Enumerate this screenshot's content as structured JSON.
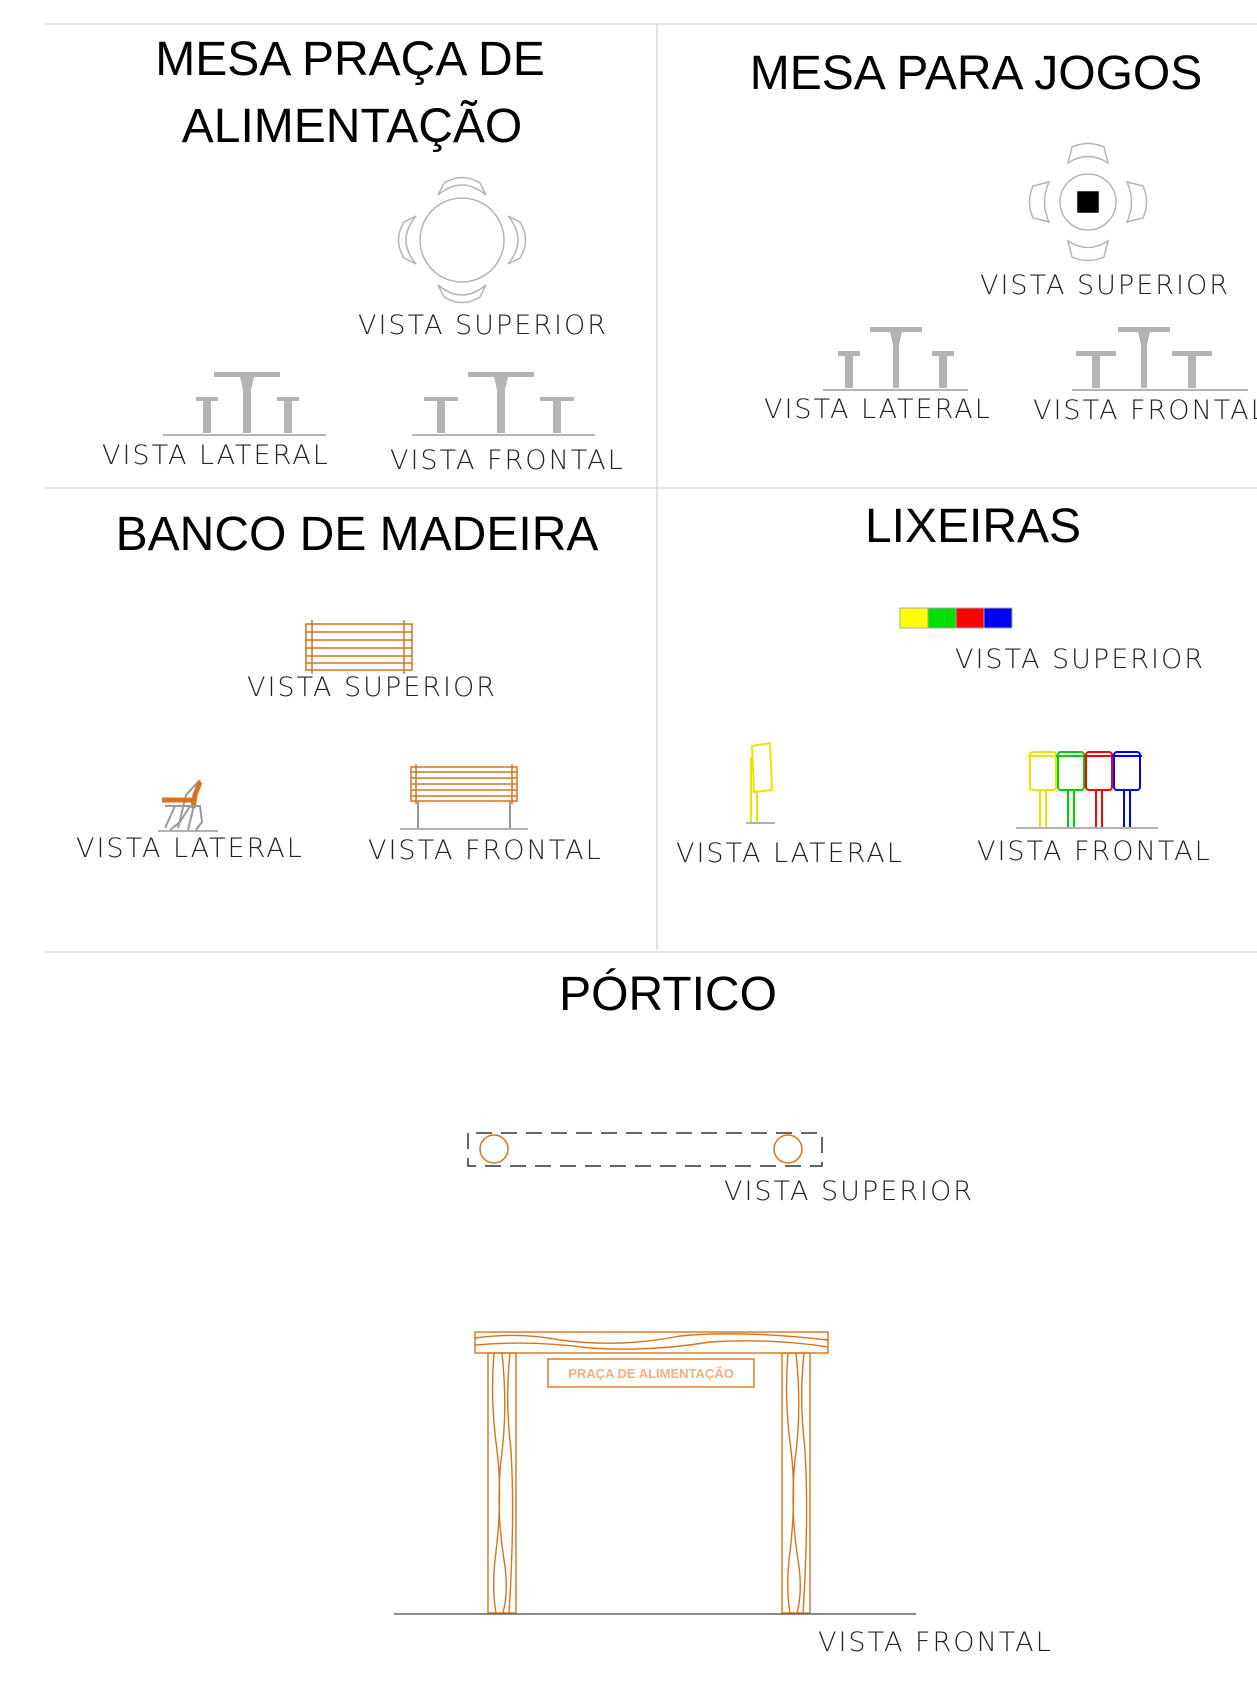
{
  "sections": {
    "mesa_praca": {
      "title_line1": "MESA PRAÇA DE",
      "title_line2": "ALIMENTAÇÃO",
      "view_top": "VISTA  SUPERIOR",
      "view_side": "VISTA  LATERAL",
      "view_front": "VISTA  FRONTAL"
    },
    "mesa_jogos": {
      "title": "MESA PARA JOGOS",
      "view_top": "VISTA  SUPERIOR",
      "view_side": "VISTA  LATERAL",
      "view_front": "VISTA  FRONTAL"
    },
    "banco": {
      "title": "BANCO DE MADEIRA",
      "view_top": "VISTA  SUPERIOR",
      "view_side": "VISTA  LATERAL",
      "view_front": "VISTA  FRONTAL"
    },
    "lixeiras": {
      "title": "LIXEIRAS",
      "view_top": "VISTA  SUPERIOR",
      "view_side": "VISTA  LATERAL",
      "view_front": "VISTA  FRONTAL",
      "colors": [
        "#ffff00",
        "#00e000",
        "#ff0000",
        "#0000ff"
      ]
    },
    "portico": {
      "title": "PÓRTICO",
      "view_top": "VISTA  SUPERIOR",
      "view_front": "VISTA  FRONTAL",
      "sign_text": "PRAÇA DE ALIMENTAÇÃO"
    }
  },
  "colors": {
    "furniture_gray": "#b4b4b4",
    "wood": "#d9731b",
    "grid": "#dcdcdc"
  }
}
